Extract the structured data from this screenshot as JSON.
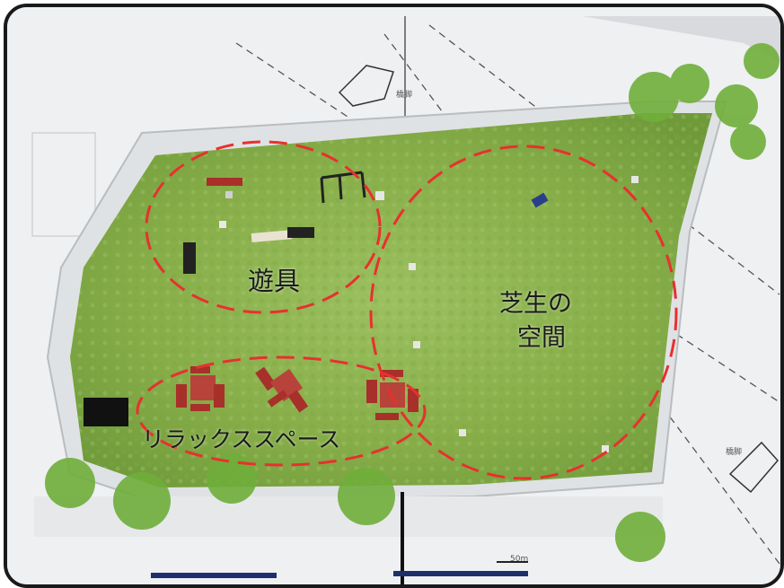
{
  "zones": {
    "play_label": "遊具",
    "lawn_label_line1": "芝生の",
    "lawn_label_line2": "空間",
    "relax_label": "リラックススペース"
  },
  "map": {
    "scale_text": "50m",
    "tag_a": "橋脚",
    "tag_b": "橋脚"
  },
  "colors": {
    "lawn": "#8ab04a",
    "dash_outline": "#e8302f",
    "frame": "#1a1a1a",
    "furniture_red": "#a8302a",
    "trees": "#6fae3a"
  }
}
